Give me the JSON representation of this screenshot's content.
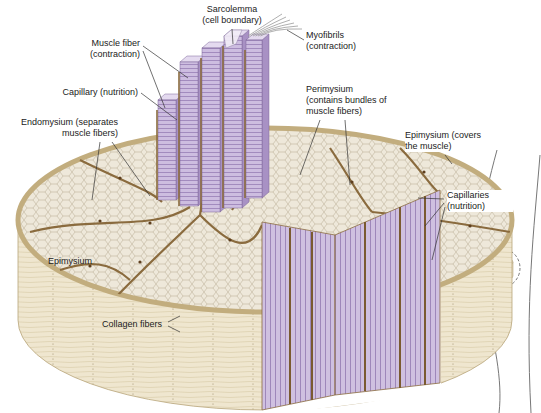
{
  "diagram": {
    "labels": [
      "Sarcolemma (cell boundary)",
      "Muscle fiber (contraction)",
      "Myofibrils (contraction)",
      "Perimysium (contains bundles of muscle fibers)",
      "Capillary (nutrition)",
      "Epimysium (covers the muscle)",
      "Endomysium (separates muscle fibers)",
      "Capillaries (nutrition)",
      "Epimysium",
      "Collagen fibers"
    ]
  }
}
